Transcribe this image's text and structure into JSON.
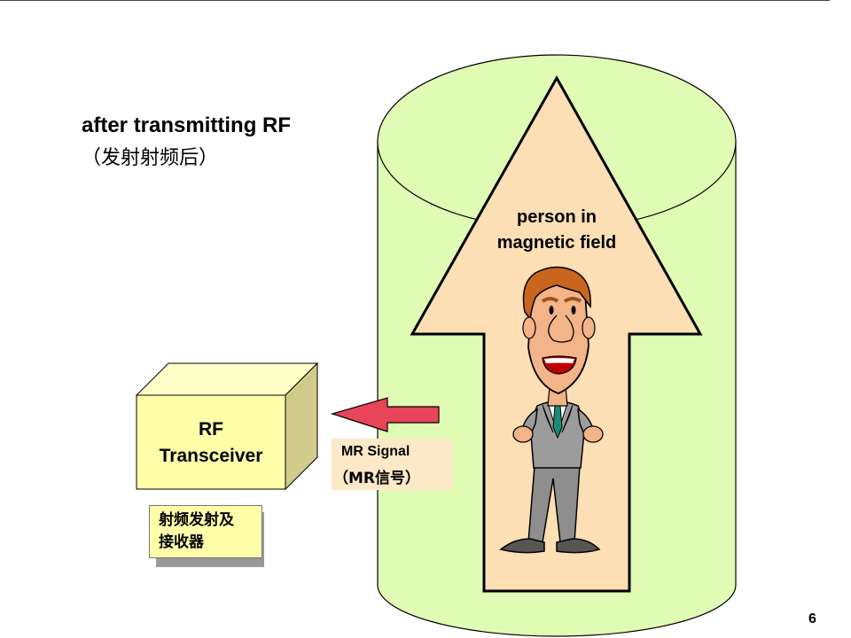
{
  "heading": {
    "title": "after transmitting RF",
    "subtitle": "（发射射频后）"
  },
  "cylinder": {
    "fill_color": "#e0fcb4",
    "person_label_line1": "person in",
    "person_label_line2": "magnetic field"
  },
  "arrow": {
    "fill_color": "#fcdfb4"
  },
  "transceiver": {
    "label_line1": "RF",
    "label_line2": "Transceiver",
    "chinese_line1": "射频发射及",
    "chinese_line2": "接收器",
    "box_color": "#ffffaa"
  },
  "signal": {
    "line1": "MR Signal",
    "line2": "（MR信号）",
    "arrow_color": "#e8445a"
  },
  "page_number": "6"
}
